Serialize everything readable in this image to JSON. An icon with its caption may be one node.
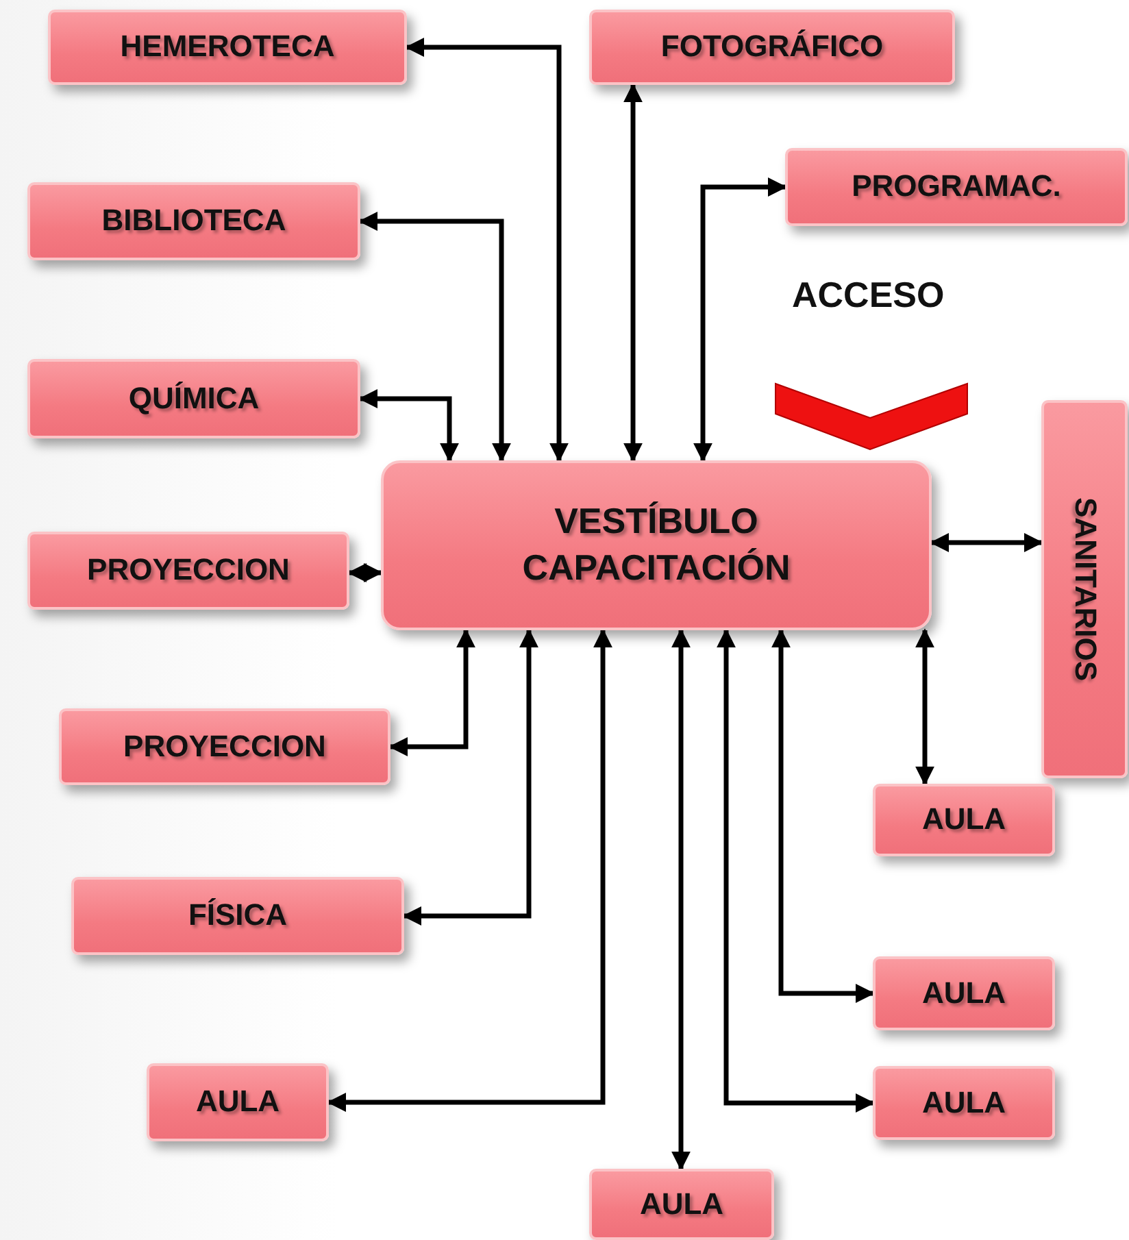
{
  "diagram": {
    "nodes": [
      {
        "text": [
          "HEMEROTECA"
        ]
      },
      {
        "text": [
          "FOTOGRÁFICO"
        ]
      },
      {
        "text": [
          "PROGRAMAC."
        ]
      },
      {
        "text": [
          "BIBLIOTECA"
        ]
      },
      {
        "text": [
          "QUÍMICA"
        ]
      },
      {
        "text": [
          "VESTÍBULO CAPACITACIÓN"
        ]
      },
      {
        "text": [
          "SANITARIOS"
        ]
      },
      {
        "text": [
          "PROYECCION"
        ]
      },
      {
        "text": [
          "PROYECCION"
        ]
      },
      {
        "text": [
          "AULA"
        ]
      },
      {
        "text": [
          "FÍSICA"
        ]
      },
      {
        "text": [
          "AULA"
        ]
      },
      {
        "text": [
          "AULA"
        ]
      },
      {
        "text": [
          "AULA"
        ]
      },
      {
        "text": [
          "AULA"
        ]
      }
    ],
    "edges": [
      {
        "from": 0,
        "to": 5,
        "arrow": "both"
      },
      {
        "from": 1,
        "to": 5,
        "arrow": "both"
      },
      {
        "from": 2,
        "to": 5,
        "arrow": "both"
      },
      {
        "from": 3,
        "to": 5,
        "arrow": "both"
      },
      {
        "from": 4,
        "to": 5,
        "arrow": "both"
      },
      {
        "from": 7,
        "to": 5,
        "arrow": "both"
      },
      {
        "from": 6,
        "to": 5,
        "arrow": "both"
      },
      {
        "from": 9,
        "to": 5,
        "arrow": "both"
      },
      {
        "from": 8,
        "to": 5,
        "arrow": "both"
      },
      {
        "from": 10,
        "to": 5,
        "arrow": "both"
      },
      {
        "from": 12,
        "to": 5,
        "arrow": "both"
      },
      {
        "from": 14,
        "to": 5,
        "arrow": "both"
      },
      {
        "from": 13,
        "to": 5,
        "arrow": "both"
      },
      {
        "from": 11,
        "to": 5,
        "arrow": "both"
      }
    ],
    "labels": [
      "ACCESO"
    ]
  }
}
